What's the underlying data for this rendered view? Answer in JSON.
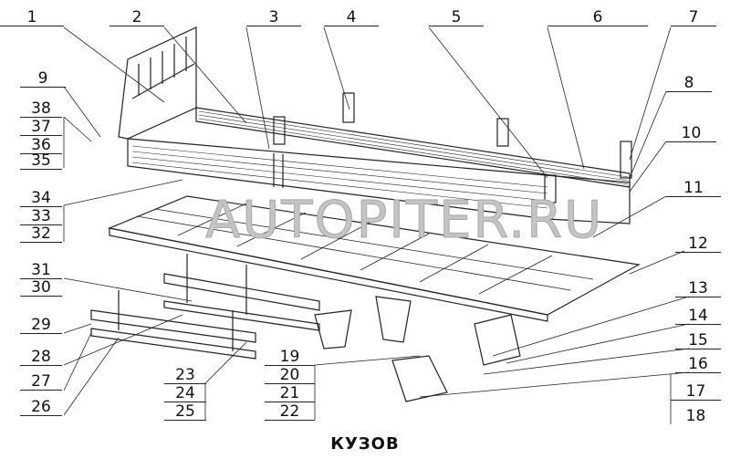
{
  "title": "КУЗОВ",
  "watermark": "AUTOPITER.RU",
  "callouts": [
    "1",
    "2",
    "3",
    "4",
    "5",
    "6",
    "7",
    "8",
    "9",
    "10",
    "11",
    "12",
    "13",
    "14",
    "15",
    "16",
    "17",
    "18",
    "19",
    "20",
    "21",
    "22",
    "23",
    "24",
    "25",
    "26",
    "27",
    "28",
    "29",
    "30",
    "31",
    "32",
    "33",
    "34",
    "35",
    "36",
    "37",
    "38"
  ]
}
